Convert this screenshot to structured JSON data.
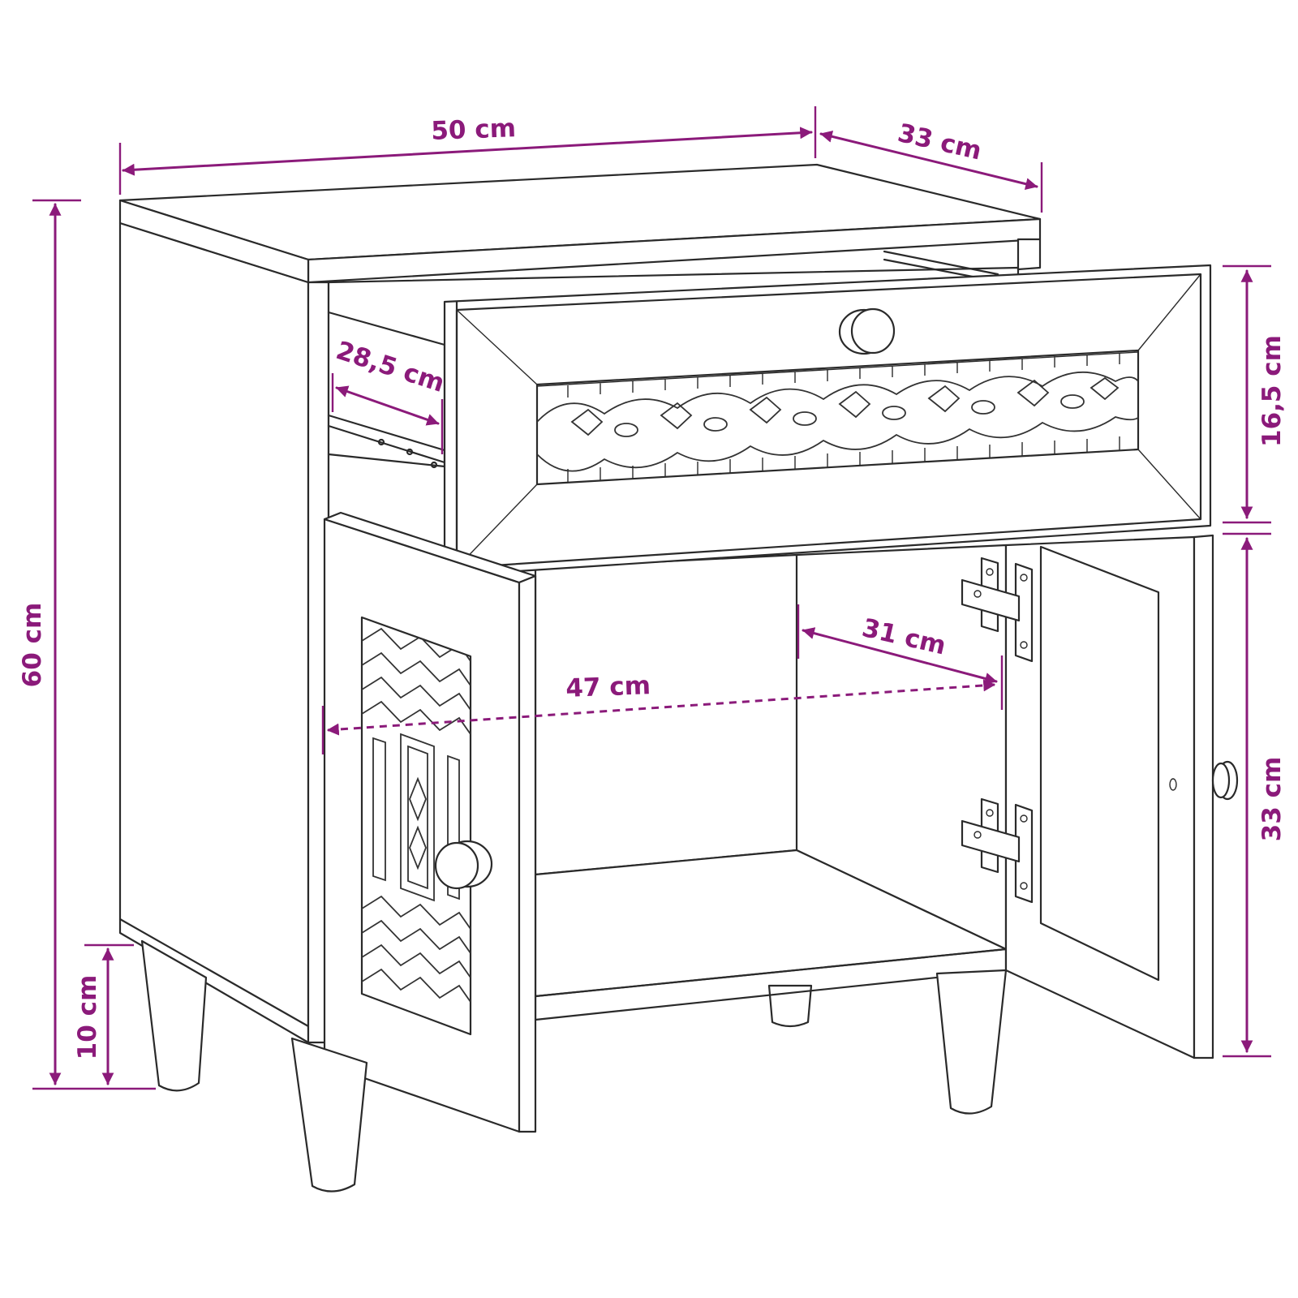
{
  "colors": {
    "dimension": "#8b1a7a",
    "outline": "#2a2a2a",
    "background": "#ffffff"
  },
  "dimensions": {
    "width": "50 cm",
    "depth": "33 cm",
    "height": "60 cm",
    "drawer_height": "16,5 cm",
    "cabinet_height": "33 cm",
    "leg_height": "10 cm",
    "drawer_depth": "28,5 cm",
    "inner_depth": "31 cm",
    "inner_width": "47 cm"
  }
}
